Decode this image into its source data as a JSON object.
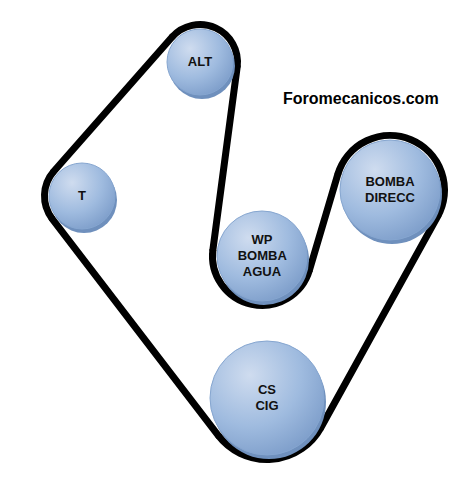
{
  "diagram": {
    "nodes": [
      {
        "text": [
          "ALT"
        ]
      },
      {
        "text": [
          "BOMBA DIRECC"
        ]
      },
      {
        "text": [
          "T"
        ]
      },
      {
        "text": [
          "WP BOMBA AGUA"
        ]
      },
      {
        "text": [
          "CS CIG"
        ]
      }
    ],
    "edges": [
      {
        "from": 0,
        "to": 3,
        "arrow": "none"
      },
      {
        "from": 3,
        "to": 1,
        "arrow": "none"
      },
      {
        "from": 1,
        "to": 4,
        "arrow": "none"
      },
      {
        "from": 4,
        "to": 2,
        "arrow": "none"
      },
      {
        "from": 2,
        "to": 0,
        "arrow": "none"
      }
    ],
    "labels": [
      "Foromecanicos.com"
    ]
  }
}
